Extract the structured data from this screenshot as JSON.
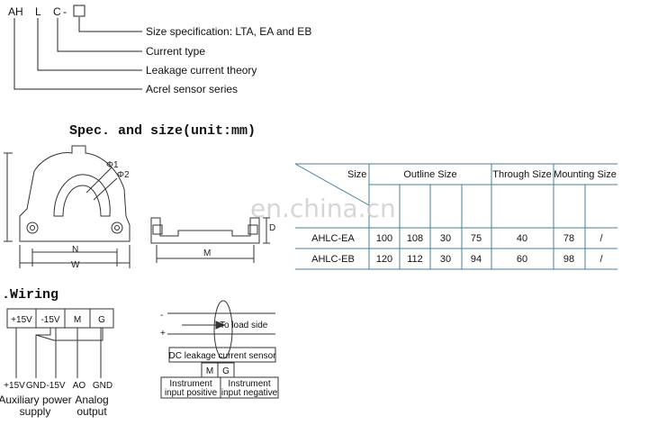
{
  "model_code": {
    "parts": [
      "AH",
      "L",
      "C",
      "-"
    ],
    "legend": [
      "Size specification: LTA, EA and EB",
      "Current type",
      "Leakage current theory",
      "Acrel sensor series"
    ]
  },
  "spec_heading": "Spec. and size(unit:mm)",
  "drawing_labels": {
    "phi1": "Φ1",
    "phi2": "Φ2",
    "n": "N",
    "w": "W",
    "m": "M",
    "d": "D"
  },
  "table": {
    "size_header": "Size",
    "group_headers": [
      "Outline Size",
      "Through Size",
      "Mounting Size"
    ],
    "rows": [
      {
        "model": "AHLC-EA",
        "values": [
          "100",
          "108",
          "30",
          "75",
          "40",
          "78",
          "/"
        ]
      },
      {
        "model": "AHLC-EB",
        "values": [
          "120",
          "112",
          "30",
          "94",
          "60",
          "98",
          "/"
        ]
      }
    ]
  },
  "watermark": "en.china.cn",
  "wiring": {
    "heading": ".Wiring",
    "terminals": [
      "+15V",
      "-15V",
      "M",
      "G"
    ],
    "pins": [
      "+15V",
      "GND",
      "-15V",
      "AO",
      "GND"
    ],
    "group_labels": {
      "aux_1": "Auxiliary power",
      "aux_2": "supply",
      "analog_1": "Analog",
      "analog_2": "output"
    },
    "schematic": {
      "minus": "-",
      "plus": "+",
      "load_side": "To load side",
      "sensor": "DC leakage current sensor",
      "m": "M",
      "g": "G",
      "inst_pos_1": "Instrument",
      "inst_pos_2": "input positive",
      "inst_neg_1": "Instrument",
      "inst_neg_2": "input negative"
    }
  }
}
